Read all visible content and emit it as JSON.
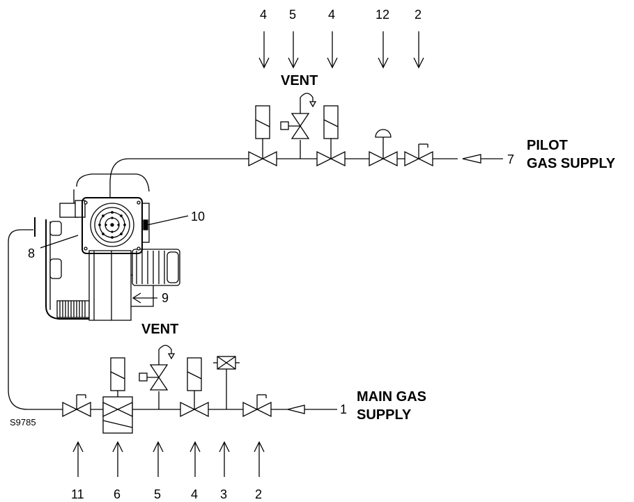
{
  "pilot": {
    "vent_label": "VENT",
    "supply_line1": "PILOT",
    "supply_line2": "GAS SUPPLY",
    "top_labels": [
      "4",
      "5",
      "4",
      "12",
      "2"
    ],
    "inlet_label": "7"
  },
  "main": {
    "vent_label": "VENT",
    "supply_line1": "MAIN GAS",
    "supply_line2": "SUPPLY",
    "bottom_labels": [
      "11",
      "6",
      "5",
      "4",
      "3",
      "2"
    ],
    "inlet_label": "1"
  },
  "burner": {
    "label_8": "8",
    "label_9": "9",
    "label_10": "10"
  },
  "drawing_code": "S9785"
}
